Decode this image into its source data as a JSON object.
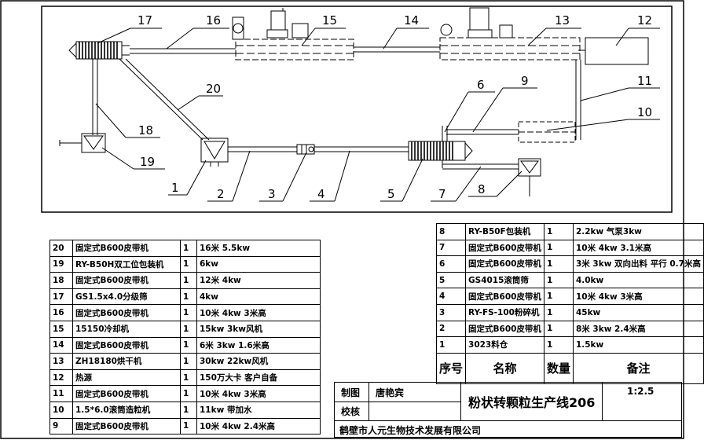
{
  "diagram": {
    "callouts": [
      "1",
      "2",
      "3",
      "4",
      "5",
      "6",
      "7",
      "8",
      "9",
      "10",
      "11",
      "12",
      "13",
      "14",
      "15",
      "16",
      "17",
      "18",
      "19",
      "20"
    ]
  },
  "table_left": {
    "rows": [
      {
        "no": "20",
        "name": "固定式B600皮带机",
        "qty": "1",
        "note": "16米     5.5kw"
      },
      {
        "no": "19",
        "name": "RY-B50H双工位包装机",
        "qty": "1",
        "note": "6kw"
      },
      {
        "no": "18",
        "name": "固定式B600皮带机",
        "qty": "1",
        "note": "12米   4kw"
      },
      {
        "no": "17",
        "name": "GS1.5x4.0分级筛",
        "qty": "1",
        "note": "4kw"
      },
      {
        "no": "16",
        "name": "固定式B600皮带机",
        "qty": "1",
        "note": "10米  4kw  3米高"
      },
      {
        "no": "15",
        "name": "15150冷却机",
        "qty": "1",
        "note": "15kw     3kw风机"
      },
      {
        "no": "14",
        "name": "固定式B600皮带机",
        "qty": "1",
        "note": "6米    3kw    1.6米高"
      },
      {
        "no": "13",
        "name": "ZH18180烘干机",
        "qty": "1",
        "note": "30kw   22kw风机"
      },
      {
        "no": "12",
        "name": "热源",
        "qty": "1",
        "note": "150万大卡    客户自备"
      },
      {
        "no": "11",
        "name": "固定式B600皮带机",
        "qty": "1",
        "note": "  10米    4kw    3米高"
      },
      {
        "no": "10",
        "name": "1.5*6.0滚筒造粒机",
        "qty": "1",
        "note": "11kw       带加水"
      },
      {
        "no": "9",
        "name": "固定式B600皮带机",
        "qty": "1",
        "note": "10米    4kw   2.4米高"
      }
    ]
  },
  "table_right": {
    "rows": [
      {
        "no": "8",
        "name": "RY-B50F包装机",
        "qty": "1",
        "note": "2.2kw       气泵3kw"
      },
      {
        "no": "7",
        "name": "固定式B600皮带机",
        "qty": "1",
        "note": "10米    4kw   3.1米高"
      },
      {
        "no": "6",
        "name": "固定式B600皮带机",
        "qty": "1",
        "note": "3米 3kw 双向出料 平行 0.7米高"
      },
      {
        "no": "5",
        "name": "GS4015滚筒筛",
        "qty": "1",
        "note": "4.0kw"
      },
      {
        "no": "4",
        "name": "固定式B600皮带机",
        "qty": "1",
        "note": "10米   4kw   3米高"
      },
      {
        "no": "3",
        "name": "RY-FS-100粉碎机",
        "qty": "1",
        "note": "45kw"
      },
      {
        "no": "2",
        "name": "固定式B600皮带机",
        "qty": "1",
        "note": "8米     3kw    2.4米高"
      },
      {
        "no": "1",
        "name": "3023料仓",
        "qty": "1",
        "note": "1.5kw"
      }
    ],
    "header": {
      "no": "序号",
      "name": "名称",
      "qty": "数量",
      "note": "备注"
    }
  },
  "title_block": {
    "drawn_label": "制图",
    "drawn_name": "唐艳宾",
    "check_label": "校核",
    "title": "粉状转颗粒生产线206",
    "scale": "1:2.5",
    "company": "鹤壁市人元生物技术发展有限公司"
  }
}
